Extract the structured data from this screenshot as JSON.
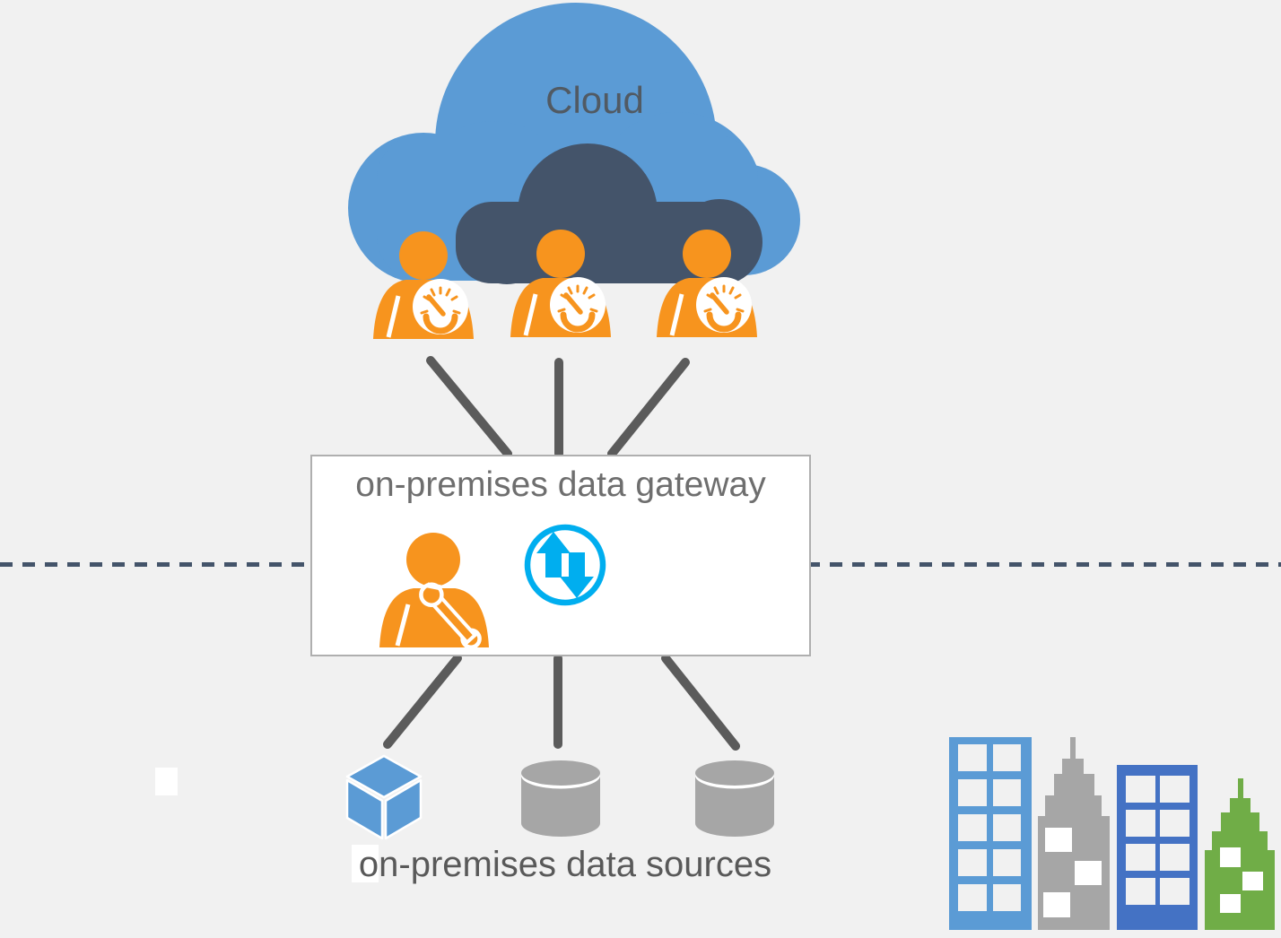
{
  "cloud": {
    "label": "Cloud"
  },
  "cloud_users": {
    "count": 3,
    "icon": "dashboard-user-icon"
  },
  "gateway": {
    "title": "on-premises data gateway",
    "icons": [
      "admin-user-wrench-icon",
      "data-transfer-up-down-icon"
    ]
  },
  "sources": {
    "label": "on-premises data sources",
    "icons": [
      "cube-data-source-icon",
      "database-icon",
      "database-icon"
    ]
  },
  "colors": {
    "background": "#F1F1F1",
    "cloud_blue": "#5B9BD5",
    "cloud_dark": "#44546A",
    "person_orange": "#F7941E",
    "transfer_cyan": "#00AEEF",
    "connector_gray": "#5B5B5B",
    "database_gray": "#A6A6A6",
    "box_border_gray": "#AFAFAF",
    "label_gray": "#595959",
    "building_light_blue": "#5B9BD5",
    "building_gray": "#A6A6A6",
    "building_dark_blue": "#4472C4",
    "building_green": "#70AD47"
  }
}
